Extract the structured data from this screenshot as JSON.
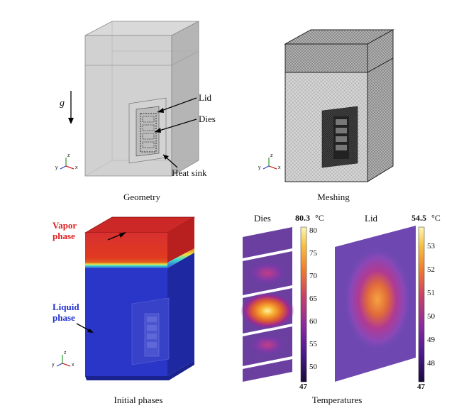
{
  "captions": {
    "geometry": "Geometry",
    "meshing": "Meshing",
    "initial_phases": "Initial phases",
    "temperatures": "Temperatures"
  },
  "geometry_labels": {
    "gravity": "g",
    "lid": "Lid",
    "dies": "Dies",
    "heat_sink": "Heat sink"
  },
  "phase_labels": {
    "vapor_line1": "Vapor",
    "vapor_line2": "phase",
    "liquid_line1": "Liquid",
    "liquid_line2": "phase"
  },
  "axes_triad": {
    "x": "x",
    "y": "y",
    "z": "z"
  },
  "temperature_plots": {
    "dies": {
      "title": "Dies",
      "max_label": "80.3",
      "unit": "°C",
      "ticks": [
        "80",
        "75",
        "70",
        "65",
        "60",
        "55",
        "50"
      ],
      "min_label": "47"
    },
    "lid": {
      "title": "Lid",
      "max_label": "54.5",
      "unit": "°C",
      "ticks": [
        "53",
        "52",
        "51",
        "50",
        "49",
        "48"
      ],
      "min_label": "47"
    }
  },
  "colors": {
    "vapor": "#e02020",
    "liquid": "#2030d0",
    "colormap": [
      "#1a0a3c",
      "#4b1890",
      "#8a2aa0",
      "#c8406a",
      "#f07a2e",
      "#f8c040",
      "#fcf6b4"
    ]
  }
}
